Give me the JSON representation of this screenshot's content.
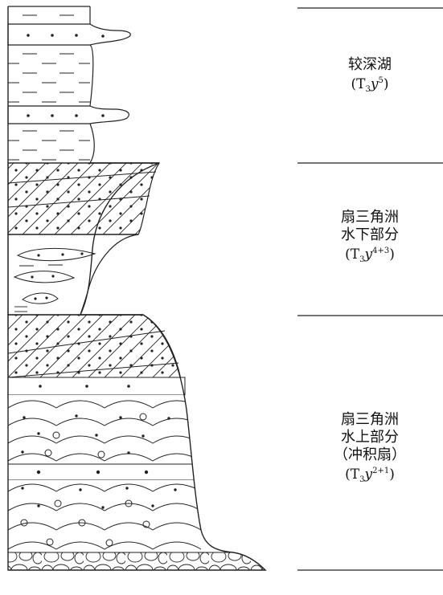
{
  "zones": [
    {
      "name_lines": [
        "较深湖"
      ],
      "formation": {
        "base": "T",
        "sub": "3",
        "letter": "y",
        "sup": "5"
      }
    },
    {
      "name_lines": [
        "扇三角洲",
        "水下部分"
      ],
      "formation": {
        "base": "T",
        "sub": "3",
        "letter": "y",
        "sup": "4+3"
      }
    },
    {
      "name_lines": [
        "扇三角洲",
        "水上部分",
        "（冲积扇）"
      ],
      "formation": {
        "base": "T",
        "sub": "3",
        "letter": "y",
        "sup": "2+1"
      }
    }
  ],
  "colors": {
    "line": "#222222",
    "background": "#ffffff"
  }
}
